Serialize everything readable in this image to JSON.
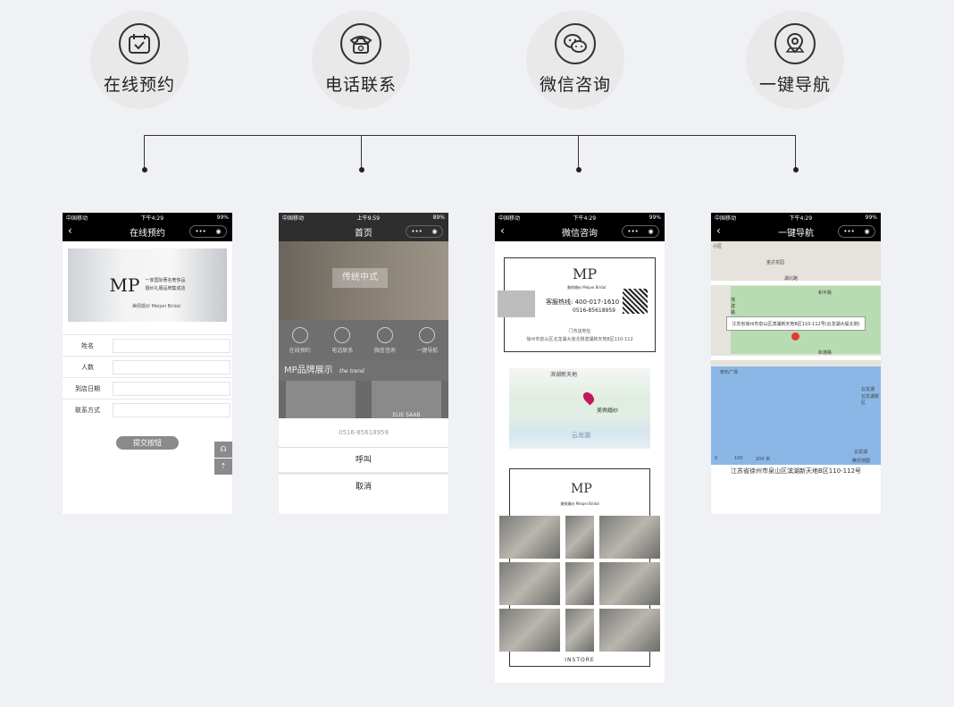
{
  "features": [
    {
      "label": "在线预约",
      "icon": "calendar-icon"
    },
    {
      "label": "电话联系",
      "icon": "telephone-icon"
    },
    {
      "label": "微信咨询",
      "icon": "wechat-icon"
    },
    {
      "label": "一键导航",
      "icon": "location-pin-icon"
    }
  ],
  "phones": {
    "p1": {
      "status_carrier": "中国移动",
      "status_time": "下午4:29",
      "status_battery": "99%",
      "title": "在线预约",
      "banner_logo": "MP",
      "banner_line1": "一家国际著名奢侈品",
      "banner_line2": "婚纱礼服品牌集成店",
      "banner_brand": "美佩婚纱 Meipei Bridal",
      "form_labels": [
        "姓名",
        "人数",
        "到店日期",
        "联系方式"
      ],
      "submit_label": "提交按钮"
    },
    "p2": {
      "status_carrier": "中国移动",
      "status_time": "上午9:59",
      "status_battery": "89%",
      "title": "首页",
      "hero_text": "传统中式",
      "icons": [
        "在线预约",
        "电话联系",
        "微信咨询",
        "一键导航"
      ],
      "brand_title": "MP品牌展示",
      "brand_sub": "the trend",
      "brand_label_right": "ELIE SAAB",
      "sheet_phone": "0516-85618959",
      "call_label": "呼叫",
      "cancel_label": "取消"
    },
    "p3": {
      "status_carrier": "中国移动",
      "status_time": "下午4:29",
      "status_battery": "99%",
      "title": "微信咨询",
      "card_logo": "MP",
      "card_brand": "美佩婚纱 Meipei Bridal",
      "hotline_label": "客服热线:",
      "hotline1": "400-017-1610",
      "hotline2": "0516-85618959",
      "address_label": "门市店地址",
      "address": "徐州市泉山区北龙湖大道北侧滨湖新天地B区110-112",
      "map_title": "滨湖新天地",
      "map_place": "美佩婚纱",
      "map_lake": "云龙湖",
      "store_logo": "MP",
      "store_brand": "美佩婚纱 Meipei Bridal",
      "store_label": "INSTORE"
    },
    "p4": {
      "status_carrier": "中国移动",
      "status_time": "下午4:29",
      "status_battery": "99%",
      "title": "一键导航",
      "callout": "江苏省徐州市泉山区滨湖新天地B区110-112号(云龙湖大堤北侧)",
      "map_labels": [
        "金达花园",
        "湖北路",
        "煤建路",
        "和平路",
        "和港路",
        "寿石广场",
        "云龙湖",
        "云龙湖景区",
        "云龙湖",
        "小区"
      ],
      "scale_labels": [
        "0",
        "100",
        "200 米"
      ],
      "attribution": "腾讯地图",
      "address": "江苏省徐州市泉山区滨湖新天地B区110-112号"
    }
  }
}
